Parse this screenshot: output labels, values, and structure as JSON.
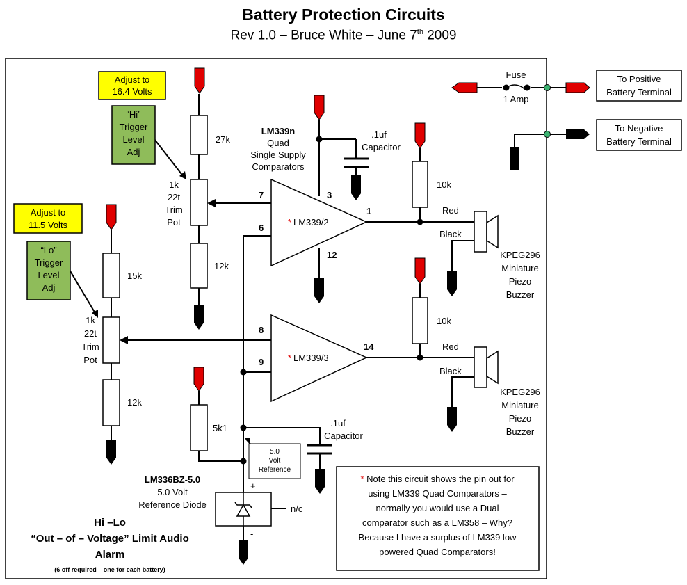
{
  "header": {
    "title": "Battery Protection Circuits",
    "subtitle_pre": "Rev 1.0 – Bruce White – June 7",
    "subtitle_sup": "th",
    "subtitle_post": " 2009"
  },
  "colors": {
    "yellow_note": "#ffff00",
    "green_note": "#8fbc5a",
    "positive": "#e00000",
    "negative": "#000000"
  },
  "notes": {
    "adjust_hi": [
      "Adjust to",
      "16.4 Volts"
    ],
    "adjust_lo": [
      "Adjust to",
      "11.5 Volts"
    ],
    "hi_trigger": [
      "“Hi”",
      "Trigger",
      "Level",
      "Adj"
    ],
    "lo_trigger": [
      "“Lo”",
      "Trigger",
      "Level",
      "Adj"
    ],
    "to_positive": [
      "To Positive",
      "Battery Terminal"
    ],
    "to_negative": [
      "To Negative",
      "Battery Terminal"
    ],
    "reference_box": [
      "5.0",
      "Volt",
      "Reference"
    ],
    "footnote_star": "*",
    "footnote": [
      " Note this circuit shows the pin out for",
      "using LM339 Quad Comparators –",
      "normally you would use a Dual",
      "comparator such as a LM358 – Why?",
      "Because I have a surplus of LM339 low",
      "powered Quad Comparators!"
    ]
  },
  "components": {
    "fuse": [
      "Fuse",
      "1 Amp"
    ],
    "r27k": "27k",
    "r12k_hi": "12k",
    "pot_hi": [
      "1k",
      "22t",
      "Trim",
      "Pot"
    ],
    "r15k": "15k",
    "r12k_lo": "12k",
    "pot_lo": [
      "1k",
      "22t",
      "Trim",
      "Pot"
    ],
    "lm339n": [
      "LM339n",
      "Quad",
      "Single Supply",
      "Comparators"
    ],
    "cap_top": [
      ".1uf",
      "Capacitor"
    ],
    "cap_ref": [
      ".1uf",
      "Capacitor"
    ],
    "r10k_top": "10k",
    "r10k_bottom": "10k",
    "comp_top_star": "*",
    "comp_top": "LM339/2",
    "comp_bottom_star": "*",
    "comp_bottom": "LM339/3",
    "pins": {
      "p7": "7",
      "p6": "6",
      "p3": "3",
      "p12": "12",
      "p1": "1",
      "p8": "8",
      "p9": "9",
      "p14": "14"
    },
    "buzzer_top": {
      "red": "Red",
      "black": "Black",
      "name": [
        "KPEG296",
        "Miniature",
        "Piezo",
        "Buzzer"
      ]
    },
    "buzzer_bottom": {
      "red": "Red",
      "black": "Black",
      "name": [
        "KPEG296",
        "Miniature",
        "Piezo",
        "Buzzer"
      ]
    },
    "r5k1": "5k1",
    "ref_diode": [
      "LM336BZ-5.0",
      "5.0 Volt",
      "Reference Diode"
    ],
    "plus": "+",
    "minus": "-",
    "nc": "n/c"
  },
  "caption": {
    "line1": "Hi –Lo",
    "line2": "“Out – of – Voltage” Limit Audio",
    "line3": "Alarm",
    "line4": "(6 off required – one for each battery)"
  }
}
